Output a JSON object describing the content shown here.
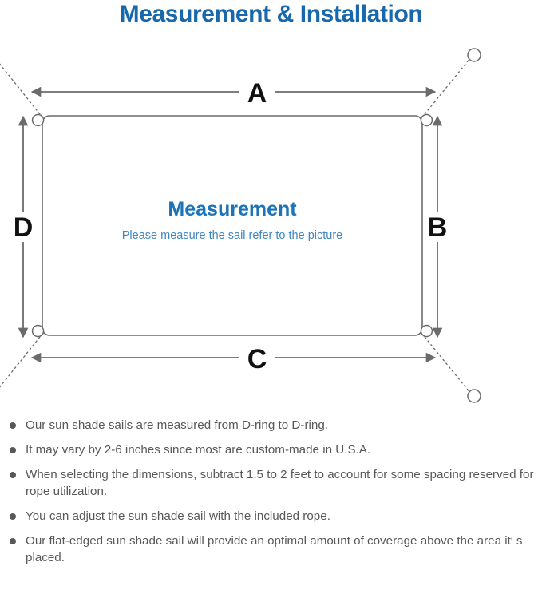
{
  "title": "Measurement & Installation",
  "colors": {
    "title_blue": "#1768ac",
    "heading_blue": "#1b74b8",
    "subtitle_blue": "#3f86bf",
    "line_gray": "#6b6b6b",
    "text_gray": "#58585a"
  },
  "diagram": {
    "center_heading": "Measurement",
    "center_subtitle": "Please measure the sail refer to the picture",
    "labels": {
      "top": "A",
      "right": "B",
      "bottom": "C",
      "left": "D"
    },
    "icon_names": {
      "anchor_ring": "anchor-ring-icon",
      "d_ring": "d-ring-icon",
      "rope": "rope-dashed-line",
      "sail": "shade-sail-outline",
      "dimension_arrow": "dimension-arrow"
    }
  },
  "notes": [
    "Our sun shade sails are measured from D-ring to D-ring.",
    "It may vary by 2-6 inches since most are custom-made in U.S.A.",
    "When selecting the dimensions, subtract 1.5 to 2 feet to account for some spacing reserved for rope utilization.",
    "You can adjust the sun shade sail with the included rope.",
    "Our flat-edged sun shade sail will provide an optimal amount of coverage above the area it′ s placed."
  ]
}
